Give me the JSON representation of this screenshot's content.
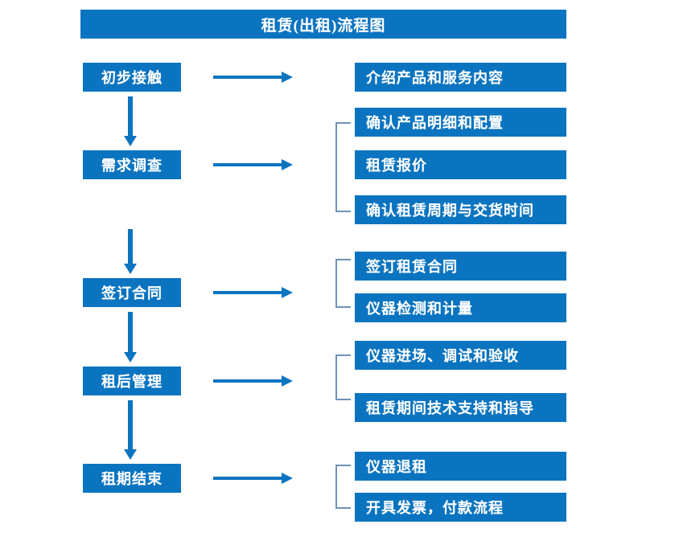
{
  "diagram": {
    "type": "flowchart",
    "title": "租赁(出租)流程图",
    "accent_color": "#0b74c0",
    "bracket_color": "#6f92b8",
    "text_color": "#ffffff",
    "background": "#ffffff",
    "stages": [
      {
        "id": "stage-1",
        "label": "初步接触",
        "arrow": "arrow-right",
        "details": [
          "介绍产品和服务内容"
        ],
        "bracketed": false
      },
      {
        "id": "stage-2",
        "label": "需求调查",
        "arrow": "arrow-right",
        "details": [
          "确认产品明细和配置",
          "租赁报价",
          "确认租赁周期与交货时间"
        ],
        "bracketed": true
      },
      {
        "id": "stage-3",
        "label": "签订合同",
        "arrow": "arrow-right",
        "details": [
          "签订租赁合同",
          "仪器检测和计量"
        ],
        "bracketed": true
      },
      {
        "id": "stage-4",
        "label": "租后管理",
        "arrow": "arrow-right",
        "details": [
          "仪器进场、调试和验收",
          "租赁期间技术支持和指导"
        ],
        "bracketed": true
      },
      {
        "id": "stage-5",
        "label": "租期结束",
        "arrow": "arrow-right",
        "details": [
          "仪器退租",
          "开具发票，付款流程"
        ],
        "bracketed": true
      }
    ],
    "connectors": {
      "vertical_arrow_count": 4,
      "horizontal_arrow_count": 5,
      "bracket_count": 4
    }
  }
}
